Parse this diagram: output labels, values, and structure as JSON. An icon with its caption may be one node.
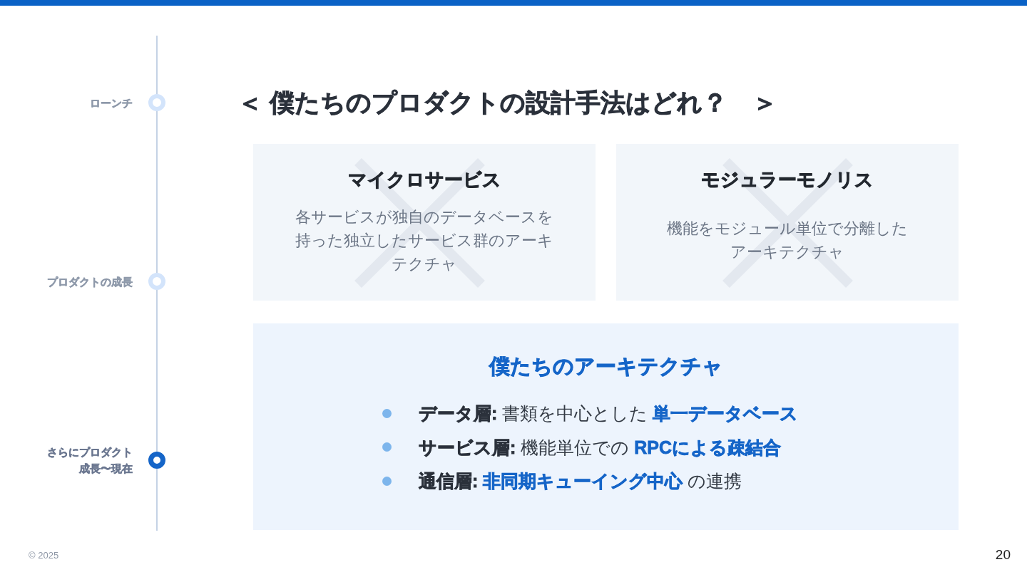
{
  "diagram": {
    "title": "＜ 僕たちのプロダクトの設計手法はどれ？　＞",
    "nodes": [
      {
        "text": [],
        "shape": "circle",
        "beside": [
          "ローンチ"
        ]
      },
      {
        "text": [],
        "shape": "circle",
        "beside": [
          "プロダクトの成長"
        ]
      },
      {
        "text": [],
        "shape": "circle",
        "beside": [
          "さらにプロダクト成長〜現在"
        ]
      },
      {
        "text": [
          "マイクロサービス",
          "各サービスが独自のデータベースを持った独立したサービス群のアーキテクチャ"
        ]
      },
      {
        "text": [
          "モジュラーモノリス",
          "機能をモジュール単位で分離したアーキテクチャ"
        ]
      },
      {
        "text": [
          "僕たちのアーキテクチャ",
          "**データ層:** 書類を中心とした **単一データベース**",
          "**サービス層:** 機能単位での **RPCによる疎結合**",
          "**通信層:** **非同期キューイング中心** の連携"
        ]
      }
    ],
    "labels": [
      "© 2025",
      "20"
    ]
  }
}
